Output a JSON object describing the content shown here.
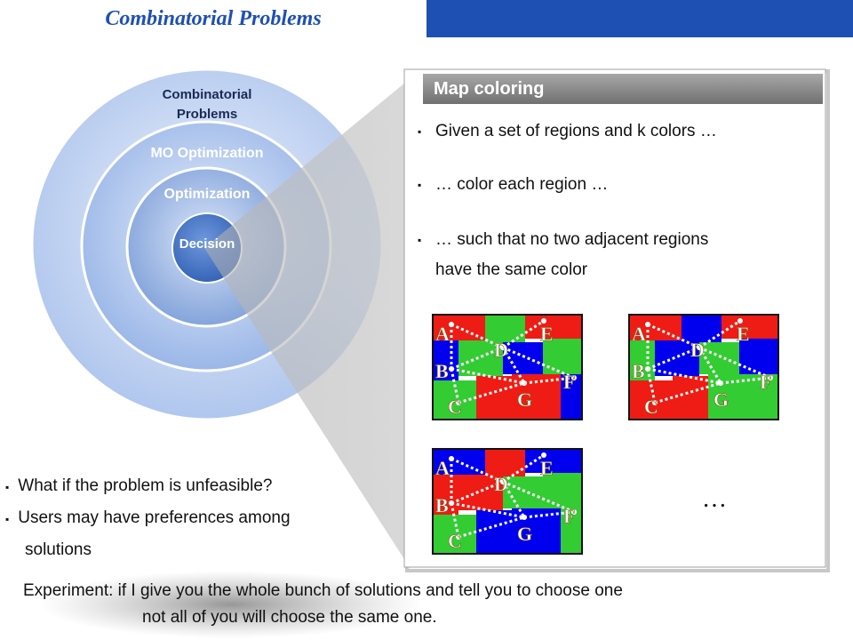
{
  "header": {
    "title": "Combinatorial Problems"
  },
  "diagram": {
    "rings": [
      {
        "label": "Combinatorial Problems"
      },
      {
        "label": "MO Optimization"
      },
      {
        "label": "Optimization"
      },
      {
        "label": "Decision"
      }
    ]
  },
  "panel": {
    "title": "Map coloring",
    "bullets": [
      "Given a set of regions and k colors …",
      "… color each region …",
      "… such that no two adjacent regions",
      "have the same color"
    ]
  },
  "maps": {
    "region_labels": [
      "A",
      "B",
      "C",
      "D",
      "E",
      "F",
      "G"
    ],
    "ellipsis": "…",
    "colors": {
      "red": "#ee1c14",
      "green": "#33cc33",
      "blue": "#0000ee"
    }
  },
  "questions": [
    "What if the problem is unfeasible?",
    "Users may have preferences among",
    "solutions"
  ],
  "experiment": {
    "line1": "Experiment: if I give you the whole bunch of solutions and tell you to choose one",
    "line2": "not all of you will choose the same one."
  }
}
